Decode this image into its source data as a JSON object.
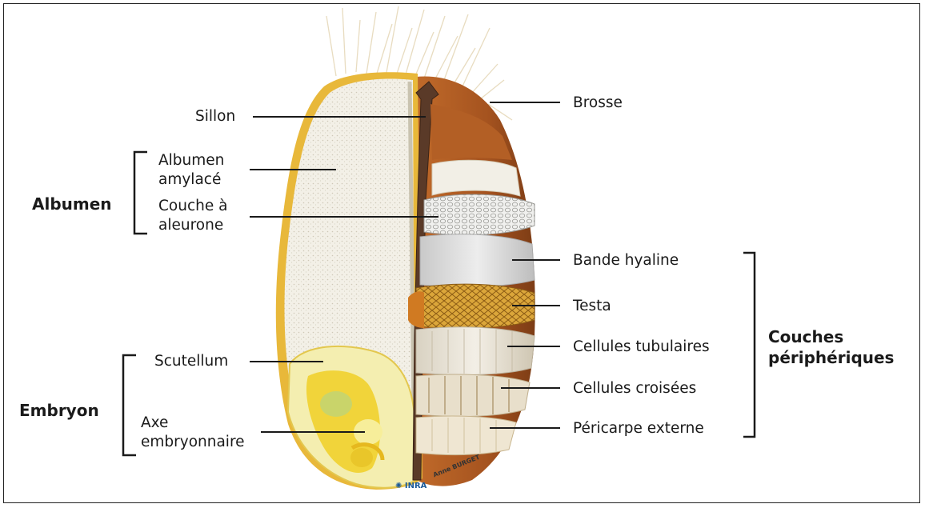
{
  "labels": {
    "sillon": "Sillon",
    "albumen_amylace": "Albumen amylacé",
    "couche_aleurone": "Couche à aleurone",
    "albumen": "Albumen",
    "scutellum": "Scutellum",
    "axe_embryonnaire": "Axe embryonnaire",
    "embryon": "Embryon",
    "brosse": "Brosse",
    "bande_hyaline": "Bande hyaline",
    "testa": "Testa",
    "cellules_tubulaires": "Cellules tubulaires",
    "cellules_croisees": "Cellules croisées",
    "pericarpe_externe": "Péricarpe externe",
    "couches_peripheriques": "Couches périphériques"
  },
  "credit": {
    "logo": "INRA",
    "author": "Anne BURGET"
  },
  "colors": {
    "albumen": "#f2efe6",
    "outline_yellow": "#e8b83a",
    "bran_brown": "#a0501e",
    "furrow": "#5a3a28",
    "testa": "#d9a535",
    "embryo": "#f4eeb0"
  }
}
